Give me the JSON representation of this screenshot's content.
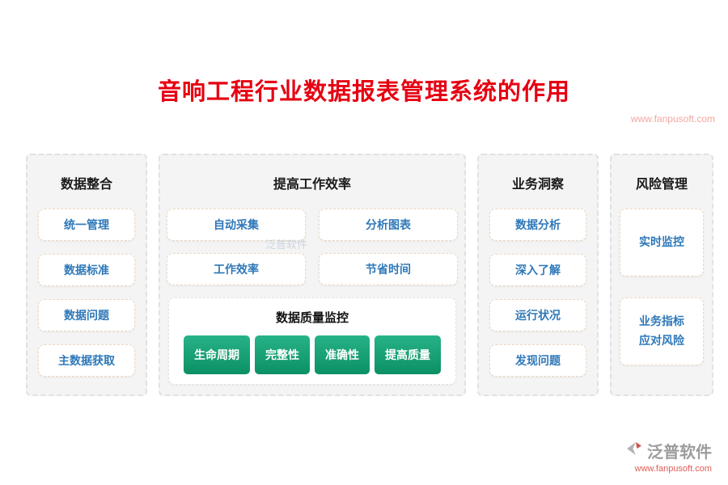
{
  "title": "音响工程行业数据报表管理系统的作用",
  "top_watermark_url": "www.fanpusoft.com",
  "center_watermark": "泛普软件",
  "columns": {
    "data_integration": {
      "header": "数据整合",
      "items": [
        "统一管理",
        "数据标准",
        "数据问题",
        "主数据获取"
      ]
    },
    "efficiency": {
      "header": "提高工作效率",
      "items": [
        "自动采集",
        "分析图表",
        "工作效率",
        "节省时间"
      ],
      "quality": {
        "header": "数据质量监控",
        "buttons": [
          "生命周期",
          "完整性",
          "准确性",
          "提高质量"
        ]
      }
    },
    "business_insight": {
      "header": "业务洞察",
      "items": [
        "数据分析",
        "深入了解",
        "运行状况",
        "发现问题"
      ]
    },
    "risk": {
      "header": "风险管理",
      "items": [
        "实时监控",
        "业务指标\n应对风险"
      ]
    }
  },
  "footer": {
    "logo_text": "泛普软件",
    "url": "www.fanpusoft.com"
  },
  "colors": {
    "title": "#e60012",
    "item_text": "#2e78b8",
    "button_green_top": "#27b287",
    "button_green_bottom": "#0c9065"
  }
}
